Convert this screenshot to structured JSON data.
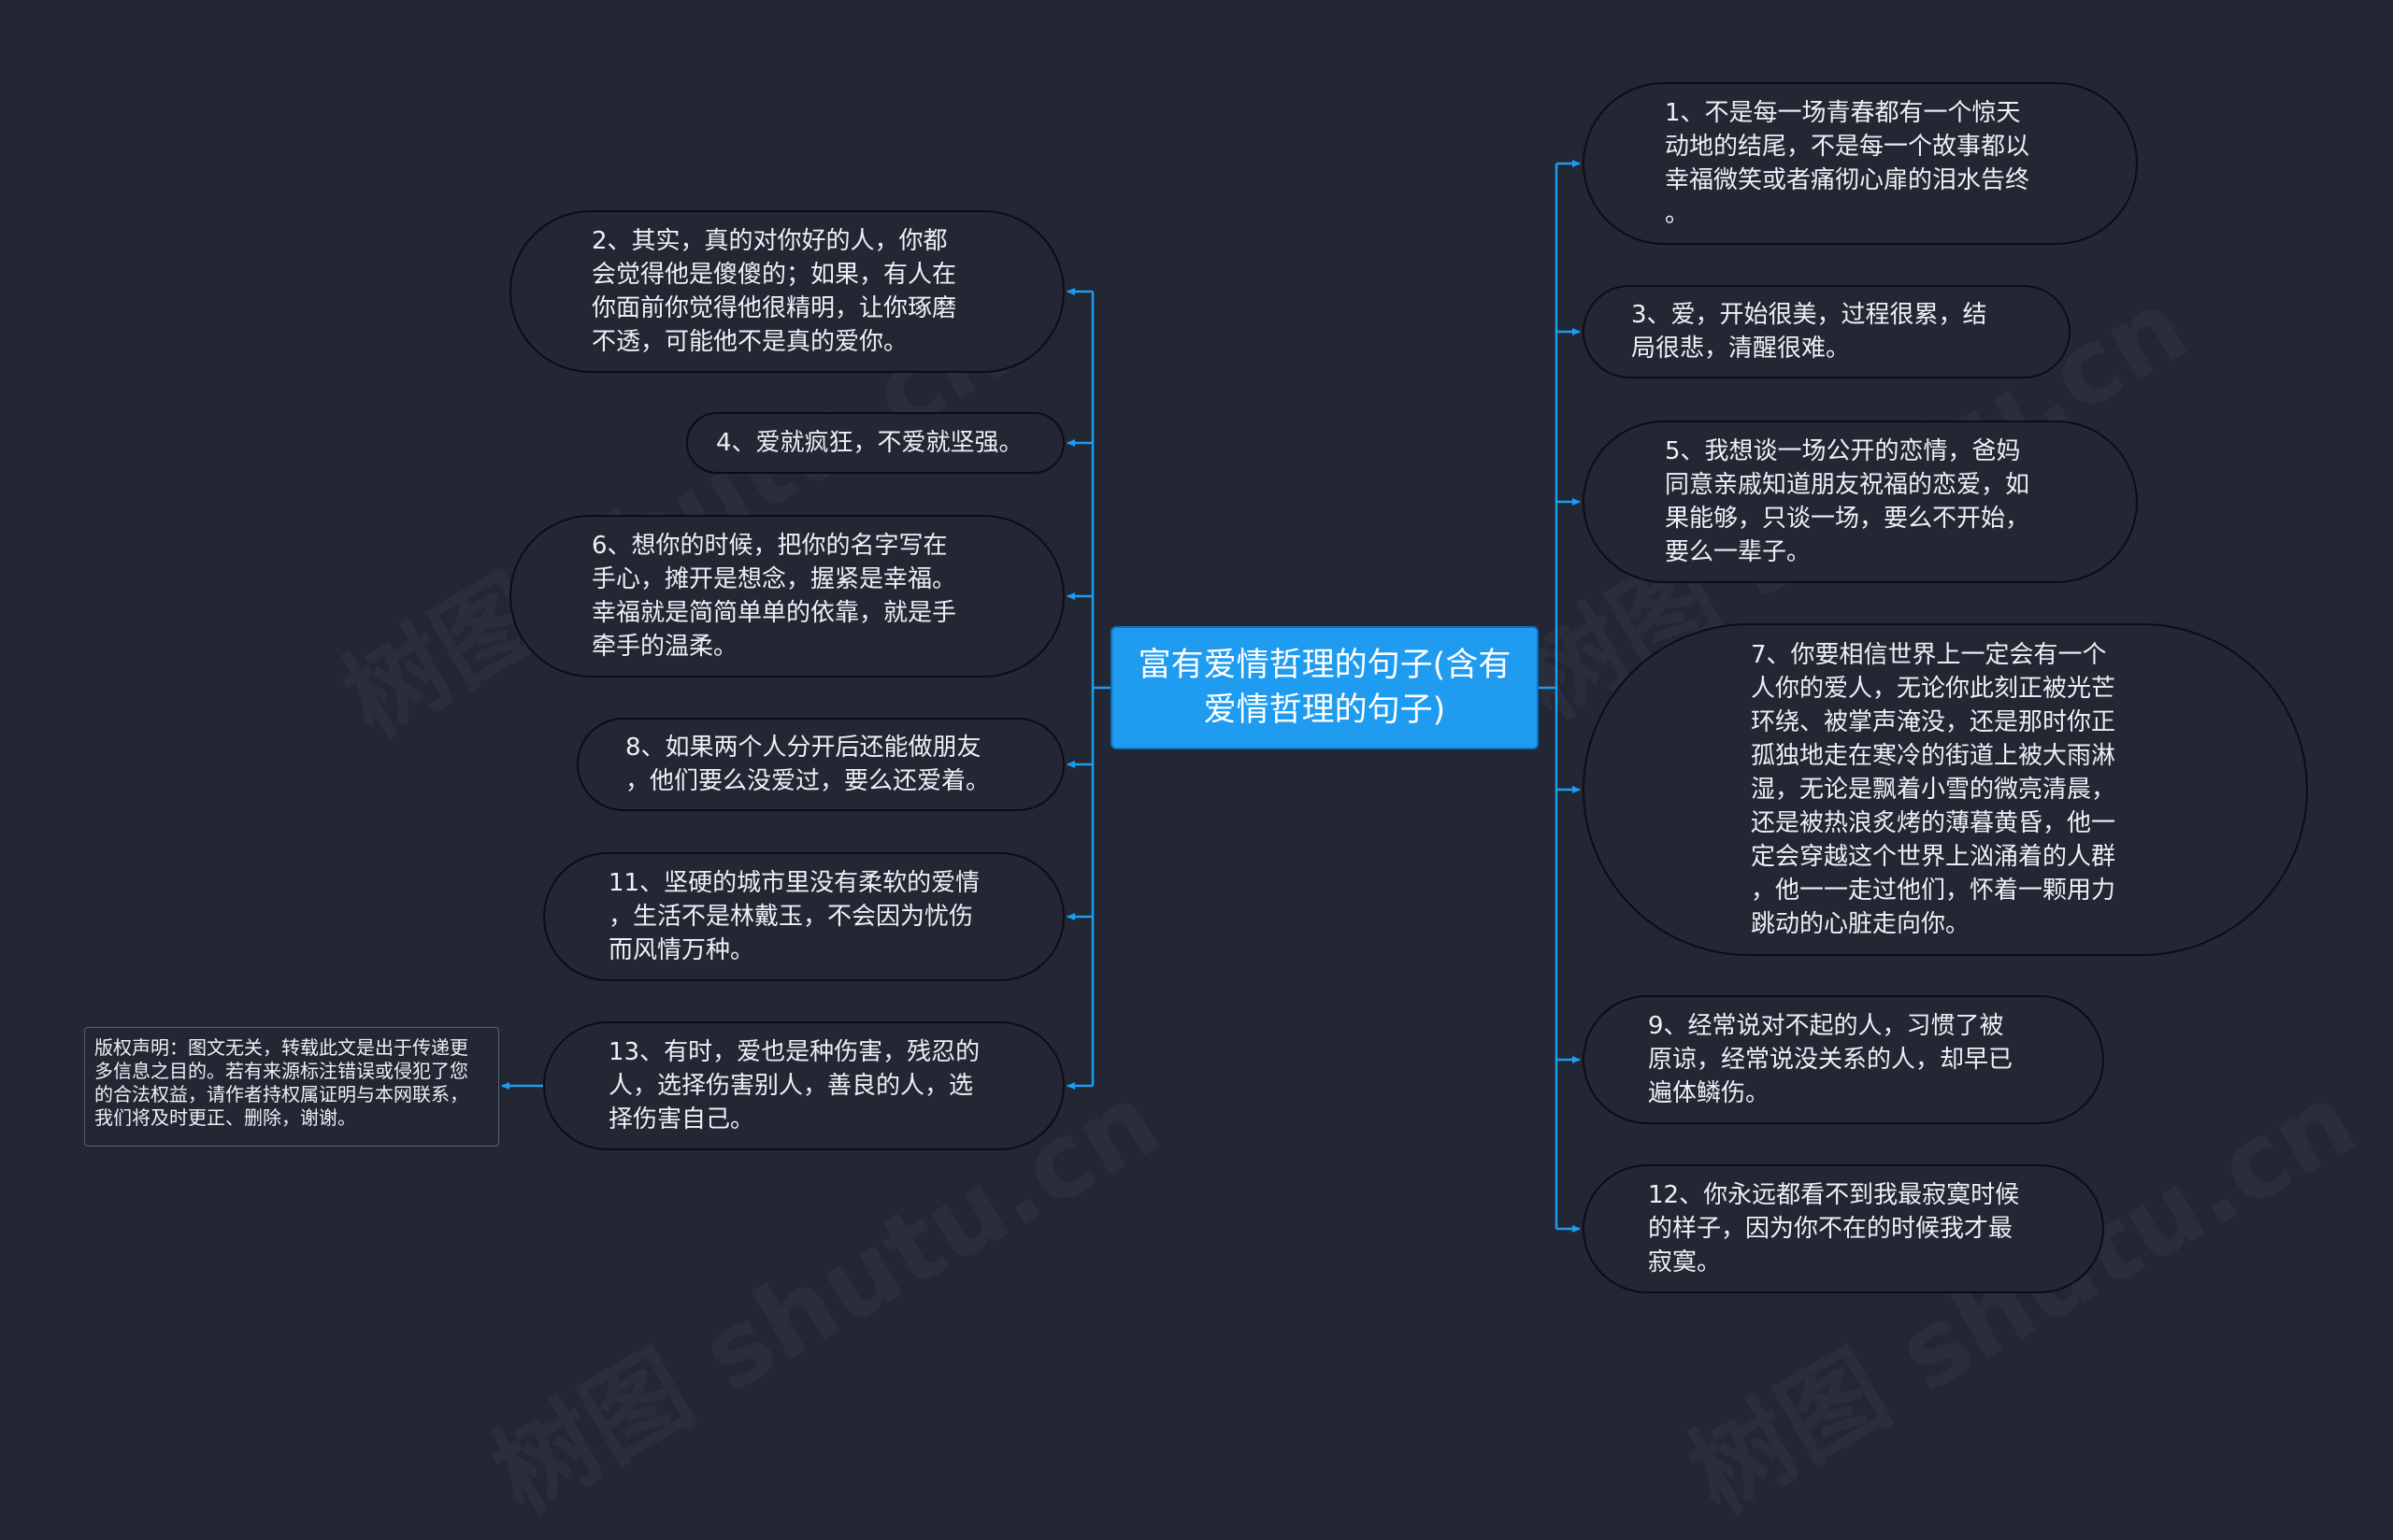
{
  "colors": {
    "background": "#222733",
    "root": "#1f9cf0",
    "connector": "#1f9cf0",
    "node_border": "#0b0d12"
  },
  "root": {
    "text": "富有爱情哲理的句子(含有\n爱情哲理的句子)"
  },
  "left_nodes": [
    {
      "text": "2、其实，真的对你好的人，你都\n会觉得他是傻傻的；如果，有人在\n你面前你觉得他很精明，让你琢磨\n不透，可能他不是真的爱你。"
    },
    {
      "text": "4、爱就疯狂，不爱就坚强。"
    },
    {
      "text": "6、想你的时候，把你的名字写在\n手心，摊开是想念，握紧是幸福。\n幸福就是简简单单的依靠，就是手\n牵手的温柔。"
    },
    {
      "text": "8、如果两个人分开后还能做朋友\n，他们要么没爱过，要么还爱着。"
    },
    {
      "text": "11、坚硬的城市里没有柔软的爱情\n，生活不是林戴玉，不会因为忧伤\n而风情万种。"
    },
    {
      "text": "13、有时，爱也是种伤害，残忍的\n人，选择伤害别人，善良的人，选\n择伤害自己。"
    }
  ],
  "right_nodes": [
    {
      "text": "1、不是每一场青春都有一个惊天\n动地的结尾，不是每一个故事都以\n幸福微笑或者痛彻心扉的泪水告终\n。"
    },
    {
      "text": "3、爱，开始很美，过程很累，结\n局很悲，清醒很难。"
    },
    {
      "text": "5、我想谈一场公开的恋情，爸妈\n同意亲戚知道朋友祝福的恋爱，如\n果能够，只谈一场，要么不开始，\n要么一辈子。"
    },
    {
      "text": "7、你要相信世界上一定会有一个\n人你的爱人，无论你此刻正被光芒\n环绕、被掌声淹没，还是那时你正\n孤独地走在寒冷的街道上被大雨淋\n湿，无论是飘着小雪的微亮清晨，\n还是被热浪炙烤的薄暮黄昏，他一\n定会穿越这个世界上汹涌着的人群\n，他一一走过他们，怀着一颗用力\n跳动的心脏走向你。"
    },
    {
      "text": "9、经常说对不起的人，习惯了被\n原谅，经常说没关系的人，却早已\n遍体鳞伤。"
    },
    {
      "text": "12、你永远都看不到我最寂寞时候\n的样子，因为你不在的时候我才最\n寂寞。"
    }
  ],
  "note": {
    "text": "版权声明：图文无关，转载此文是出于传递更\n多信息之目的。若有来源标注错误或侵犯了您\n的合法权益，请作者持权属证明与本网联系，\n我们将及时更正、删除，谢谢。"
  },
  "watermark": {
    "text": "树图 shutu.cn"
  }
}
